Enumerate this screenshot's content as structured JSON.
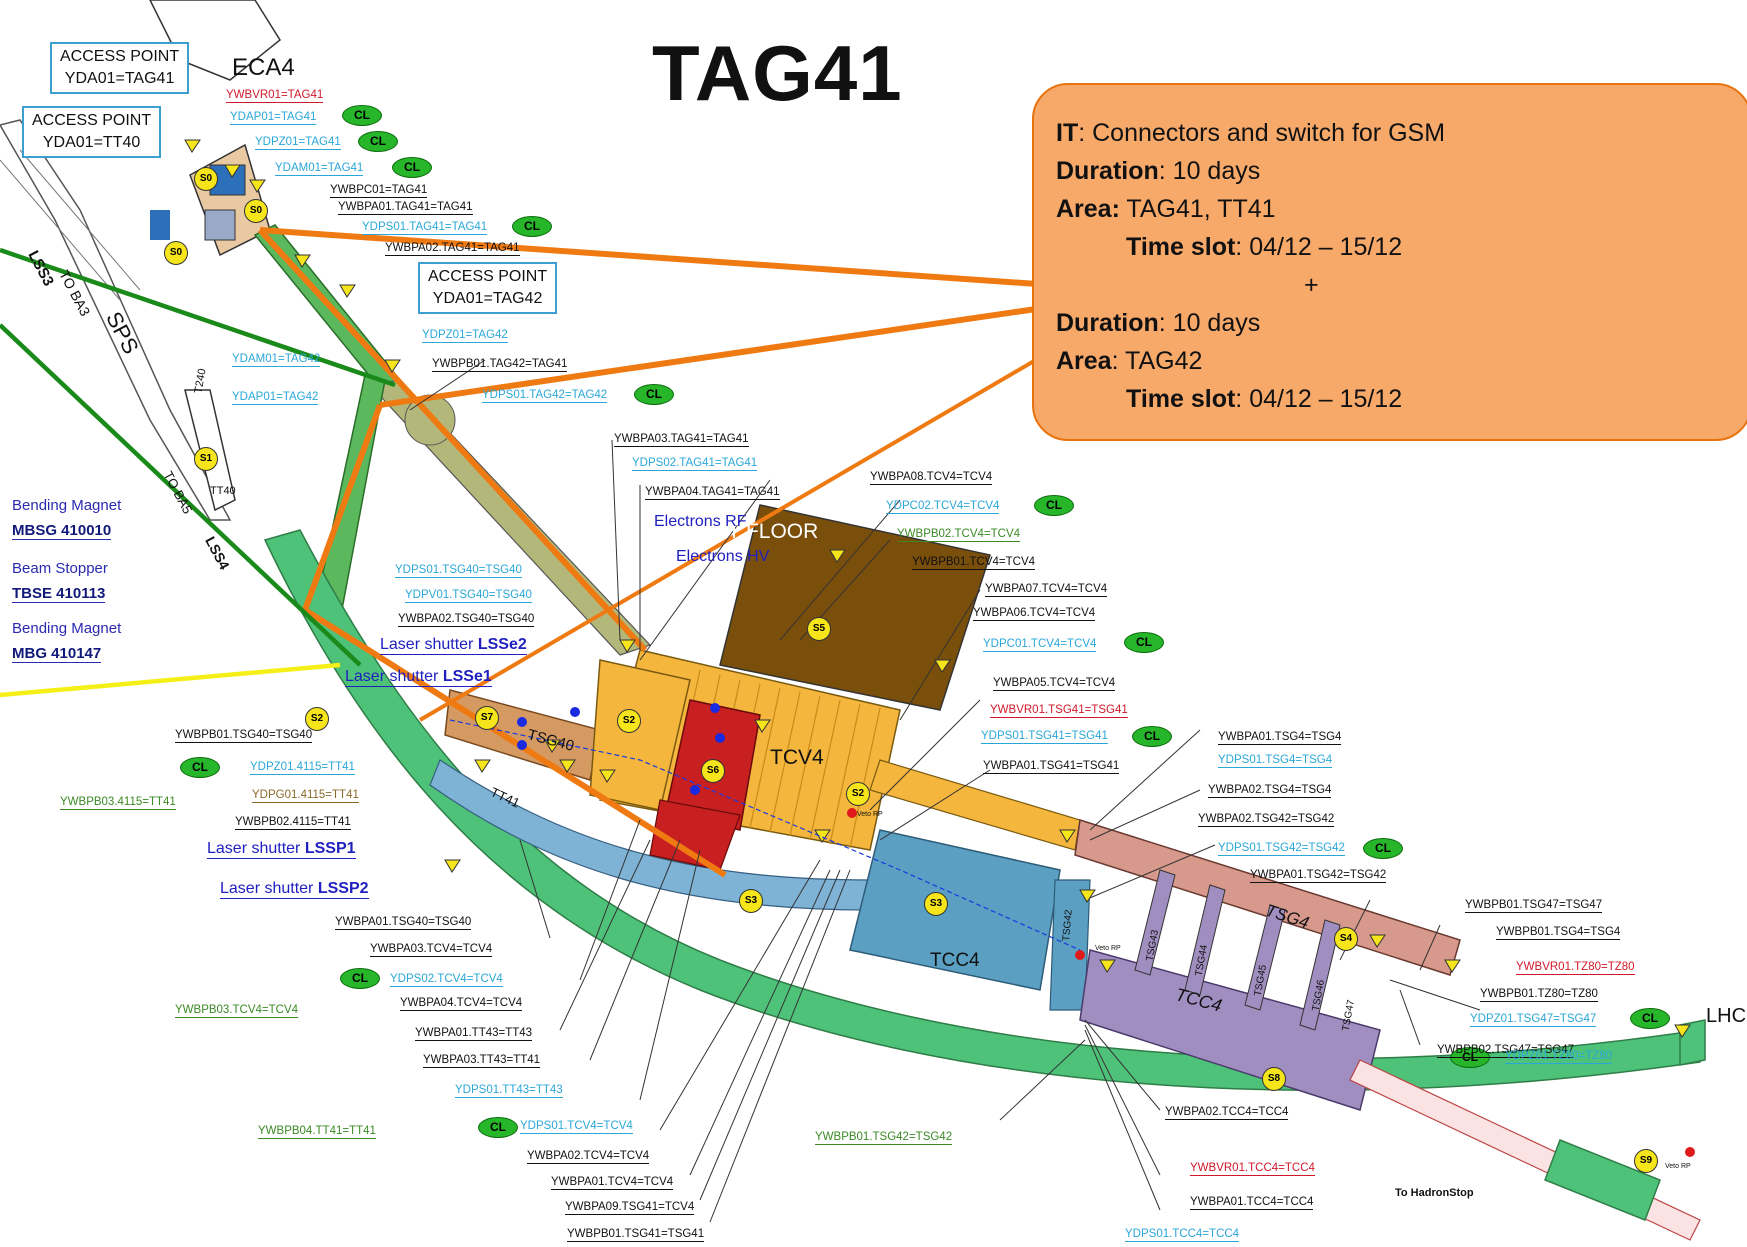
{
  "title": "TAG41",
  "access_points": [
    {
      "label": "ACCESS POINT",
      "value": "YDA01=TAG41"
    },
    {
      "label": "ACCESS POINT",
      "value": "YDA01=TT40"
    },
    {
      "label": "ACCESS POINT",
      "value": "YDA01=TAG42"
    }
  ],
  "eca_label": "ECA4",
  "info_box": {
    "it_label": "IT",
    "it_text": ": Connectors and switch for GSM",
    "duration_label": "Duration",
    "duration_text": ": 10 days",
    "area_label": "Area:",
    "area_text": " TAG41, TT41",
    "timeslot_label": "Time slot",
    "timeslot_text": ": 04/12 – 15/12",
    "plus": "+",
    "duration2_label": "Duration",
    "duration2_text": ": 10 days",
    "area2_label": "Area",
    "area2_text": ": TAG42",
    "timeslot2_label": "Time slot",
    "timeslot2_text": ": 04/12 – 15/12"
  },
  "zones": {
    "sps": "SPS",
    "lss3": "LSS3",
    "to_ba3": "TO BA3",
    "to_ba5": "TO BA5",
    "lss4": "LSS4",
    "tt40": "TT40",
    "t240": "T240",
    "tsg40": "TSG40",
    "tt41": "TT41",
    "tcv4": "TCV4",
    "tcc4_a": "TCC4",
    "tcc4_b": "TCC4",
    "tsg4": "TSG4",
    "tsg42": "TSG42",
    "tsg43": "TSG43",
    "tsg44": "TSG44",
    "tsg45": "TSG45",
    "tsg46": "TSG46",
    "tsg47": "TSG47",
    "first_floor": "1ST FLOOR",
    "lhc": "LHC",
    "to_hadronstop": "To HadronStop",
    "electrons_rf": "Electrons RF",
    "electrons_hv": "Electrons HV",
    "veto_rp": "Veto RP"
  },
  "left_labels": [
    {
      "title": "Bending Magnet",
      "code": "MBSG 410010"
    },
    {
      "title": "Beam Stopper",
      "code": "TBSE 410113"
    },
    {
      "title": "Bending Magnet",
      "code": "MBG 410147"
    }
  ],
  "shutters": [
    {
      "prefix": "Laser shutter ",
      "code": "LSSe2"
    },
    {
      "prefix": "Laser shutter ",
      "code": "LSSe1"
    },
    {
      "prefix": "Laser shutter ",
      "code": "LSSP1"
    },
    {
      "prefix": "Laser shutter ",
      "code": "LSSP2"
    }
  ],
  "cl_label": "CL",
  "s_markers": [
    "S0",
    "S0",
    "S0",
    "S1",
    "S2",
    "S2",
    "S2",
    "S3",
    "S3",
    "S4",
    "S5",
    "S6",
    "S7",
    "S8",
    "S9"
  ],
  "tags": {
    "t01": "YWBVR01=TAG41",
    "t02": "YDAP01=TAG41",
    "t03": "YDPZ01=TAG41",
    "t04": "YDAM01=TAG41",
    "t05": "YWBPC01=TAG41",
    "t06": "YWBPA01.TAG41=TAG41",
    "t07": "YDPS01.TAG41=TAG41",
    "t08": "YWBPA02.TAG41=TAG41",
    "t09": "YDPZ01=TAG42",
    "t10": "YDAM01=TAG42",
    "t11": "YWBPB01.TAG42=TAG41",
    "t12": "YDAP01=TAG42",
    "t13": "YDPS01.TAG42=TAG42",
    "t14": "YWBPA03.TAG41=TAG41",
    "t15": "YDPS02.TAG41=TAG41",
    "t16": "YWBPA04.TAG41=TAG41",
    "t17": "YWBPA08.TCV4=TCV4",
    "t18": "YDPC02.TCV4=TCV4",
    "t19": "YWBPB02.TCV4=TCV4",
    "t20": "YWBPB01.TCV4=TCV4",
    "t21": "YWBPA07.TCV4=TCV4",
    "t22": "YWBPA06.TCV4=TCV4",
    "t23": "YDPC01.TCV4=TCV4",
    "t24": "YWBPA05.TCV4=TCV4",
    "t25": "YWBVR01.TSG41=TSG41",
    "t26": "YDPS01.TSG41=TSG41",
    "t27": "YWBPA01.TSG41=TSG41",
    "t28": "YDPS01.TSG40=TSG40",
    "t29": "YDPV01.TSG40=TSG40",
    "t30": "YWBPA02.TSG40=TSG40",
    "t31": "YWBPB01.TSG40=TSG40",
    "t32": "YDPZ01.4115=TT41",
    "t33": "YDPG01.4115=TT41",
    "t34": "YWBPB03.4115=TT41",
    "t35": "YWBPB02.4115=TT41",
    "t36": "YWBPA01.TSG40=TSG40",
    "t37": "YWBPA03.TCV4=TCV4",
    "t38": "YDPS02.TCV4=TCV4",
    "t39": "YWBPB03.TCV4=TCV4",
    "t40": "YWBPA04.TCV4=TCV4",
    "t41": "YWBPA01.TT43=TT43",
    "t42": "YWBPA03.TT43=TT41",
    "t43": "YDPS01.TT43=TT43",
    "t44": "YWBPB04.TT41=TT41",
    "t45": "YDPS01.TCV4=TCV4",
    "t46": "YWBPA02.TCV4=TCV4",
    "t47": "YWBPA01.TCV4=TCV4",
    "t48": "YWBPA09.TSG41=TCV4",
    "t49": "YWBPB01.TSG41=TSG41",
    "t50": "YWBPA01.TSG4=TSG4",
    "t51": "YDPS01.TSG4=TSG4",
    "t52": "YWBPA02.TSG4=TSG4",
    "t53": "YWBPA02.TSG42=TSG42",
    "t54": "YDPS01.TSG42=TSG42",
    "t55": "YWBPA01.TSG42=TSG42",
    "t56": "YWBPB01.TSG47=TSG47",
    "t57": "YWBPB01.TSG4=TSG4",
    "t58": "YWBVR01.TZ80=TZ80",
    "t59": "YWBPB01.TZ80=TZ80",
    "t60": "YDPZ01.TSG47=TSG47",
    "t61": "YWBPB02.TSG47=TSG47",
    "t62": "YDPZ01.TZ80=TZ80",
    "t63": "YWBPA02.TCC4=TCC4",
    "t64": "YWBPB01.TSG42=TSG42",
    "t65": "YWBVR01.TCC4=TCC4",
    "t66": "YWBPA01.TCC4=TCC4",
    "t67": "YDPS01.TCC4=TCC4"
  }
}
